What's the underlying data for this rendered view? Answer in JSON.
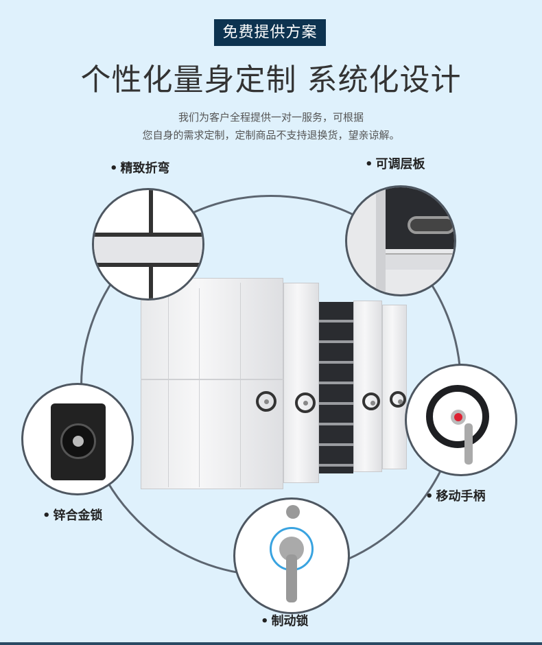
{
  "badge": "免费提供方案",
  "title": "个性化量身定制 系统化设计",
  "description": [
    "我们为客户全程提供一对一服务，可根据",
    "您自身的需求定制，定制商品不支持退换货，望亲谅解。"
  ],
  "features": [
    {
      "label": "精致折弯"
    },
    {
      "label": "可调层板"
    },
    {
      "label": "锌合金锁"
    },
    {
      "label": "移动手柄"
    },
    {
      "label": "制动锁"
    }
  ],
  "colors": {
    "background": "#dff1fc",
    "badge": "#0d3350",
    "ring": "#5c6570"
  }
}
